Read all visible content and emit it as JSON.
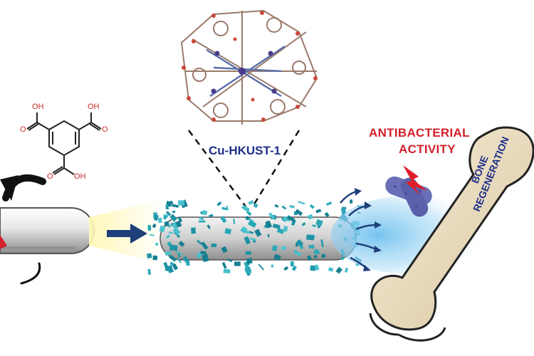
{
  "labels": {
    "mof": "Cu-HKUST-1",
    "antibacterial_line1": "ANTIBACTERIAL",
    "antibacterial_line2": "ACTIVITY",
    "bone_line1": "BONE",
    "bone_line2": "REGENERATION"
  },
  "molecule": {
    "group_label": "OH"
  },
  "colors": {
    "mof_label": "#1f2f8a",
    "antibacterial": "#d3202a",
    "crystal": "#2aa8b8",
    "arrow": "#1f3f7a",
    "bone": "#efe3c8",
    "glow_blue": "#7fc7ee",
    "glow_yellow": "#fff3a8"
  },
  "icons": [
    "curved-arrow-icon",
    "right-arrow-icon",
    "bacteria-icon",
    "lightning-icon",
    "bone-icon"
  ]
}
